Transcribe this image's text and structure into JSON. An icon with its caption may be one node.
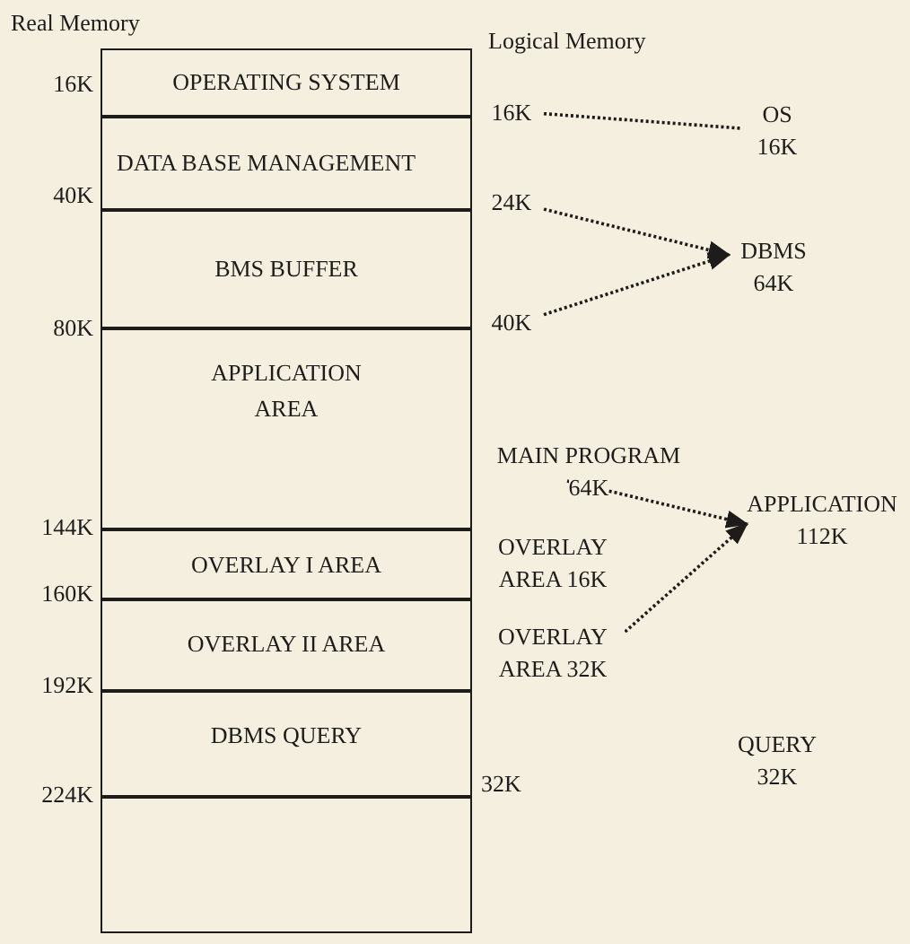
{
  "diagram": {
    "nodes": [
      {
        "text": [
          "OPERATING SYSTEM"
        ]
      },
      {
        "text": [
          "DATA BASE MANAGEMENT"
        ]
      },
      {
        "text": [
          "BMS BUFFER"
        ]
      },
      {
        "text": [
          "APPLICATION AREA"
        ]
      },
      {
        "text": [
          "OVERLAY I AREA"
        ]
      },
      {
        "text": [
          "OVERLAY II AREA"
        ]
      },
      {
        "text": [
          "DBMS QUERY"
        ]
      },
      {
        "text": [],
        "shape": "box"
      },
      {
        "text": [
          "16K"
        ]
      },
      {
        "text": [
          "OS",
          "16K"
        ]
      },
      {
        "text": [
          "24K"
        ]
      },
      {
        "text": [
          "DBMS",
          "64K"
        ]
      },
      {
        "text": [
          "40K"
        ]
      },
      {
        "text": [
          "MAIN PROGRAM",
          "64K"
        ]
      },
      {
        "text": [
          "APPLICATION",
          "112K"
        ]
      },
      {
        "text": [
          "OVERLAY AREA 32K"
        ]
      }
    ],
    "edges": [
      {
        "from": 8,
        "to": 9,
        "arrow": "none",
        "style": "dashed"
      },
      {
        "from": 10,
        "to": 11,
        "arrow": "to",
        "style": "dashed"
      },
      {
        "from": 12,
        "to": 11,
        "arrow": "to",
        "style": "dashed"
      },
      {
        "from": 13,
        "to": 14,
        "arrow": "to",
        "style": "dashed"
      },
      {
        "from": 15,
        "to": 14,
        "arrow": "to",
        "style": "dashed"
      }
    ],
    "labels": [
      "Real Memory",
      "Logical Memory",
      "16K",
      "40K",
      "80K",
      "144K",
      "160K",
      "192K",
      "224K",
      "OVERLAY AREA 16K",
      "32K",
      "QUERY",
      "32K"
    ]
  }
}
